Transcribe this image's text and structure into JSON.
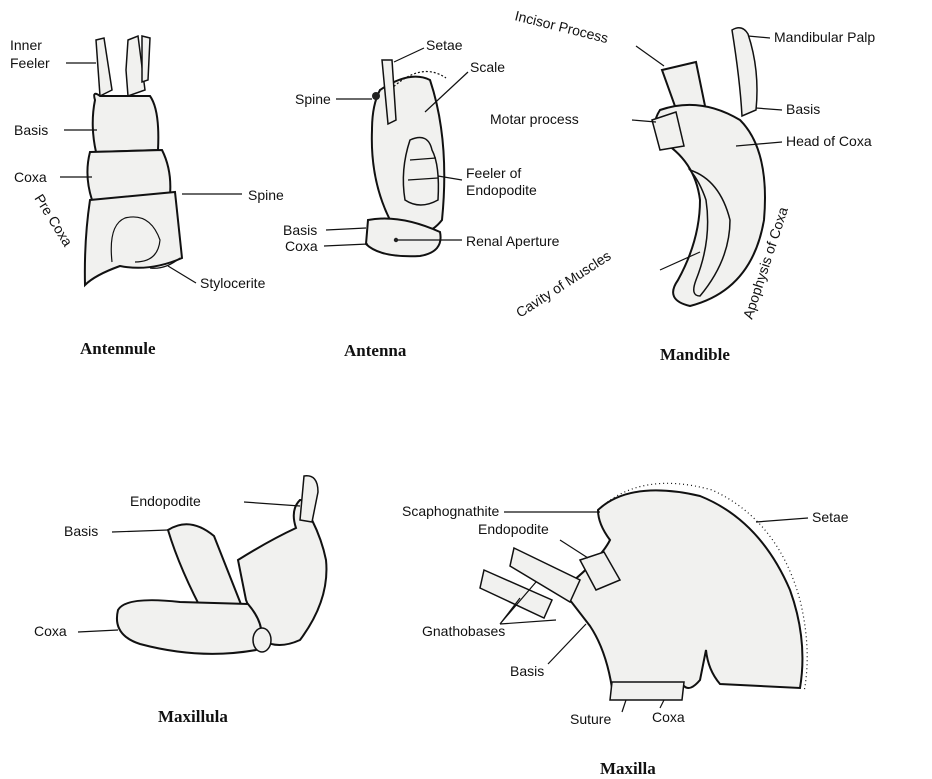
{
  "antennule": {
    "caption": "Antennule",
    "labels": {
      "inner_feeler_1": "Inner",
      "inner_feeler_2": "Feeler",
      "basis": "Basis",
      "coxa": "Coxa",
      "pre_coxa": "Pre Coxa",
      "spine": "Spine",
      "stylocerite": "Stylocerite"
    }
  },
  "antenna": {
    "caption": "Antenna",
    "labels": {
      "setae": "Setae",
      "scale": "Scale",
      "spine": "Spine",
      "feeler_1": "Feeler of",
      "feeler_2": "Endopodite",
      "basis": "Basis",
      "coxa": "Coxa",
      "renal_aperture": "Renal Aperture"
    }
  },
  "mandible": {
    "caption": "Mandible",
    "labels": {
      "incisor_process": "Incisor Process",
      "mandibular_palp": "Mandibular Palp",
      "basis": "Basis",
      "motar_process": "Motar process",
      "head_of_coxa": "Head of Coxa",
      "cavity_of_muscles": "Cavity of Muscles",
      "apophysis_of_coxa": "Apophysis of Coxa"
    }
  },
  "maxillula": {
    "caption": "Maxillula",
    "labels": {
      "endopodite": "Endopodite",
      "basis": "Basis",
      "coxa": "Coxa"
    }
  },
  "maxilla": {
    "caption": "Maxilla",
    "labels": {
      "scaphognathite": "Scaphognathite",
      "setae": "Setae",
      "endopodite": "Endopodite",
      "gnathobases": "Gnathobases",
      "basis": "Basis",
      "suture": "Suture",
      "coxa": "Coxa"
    }
  }
}
